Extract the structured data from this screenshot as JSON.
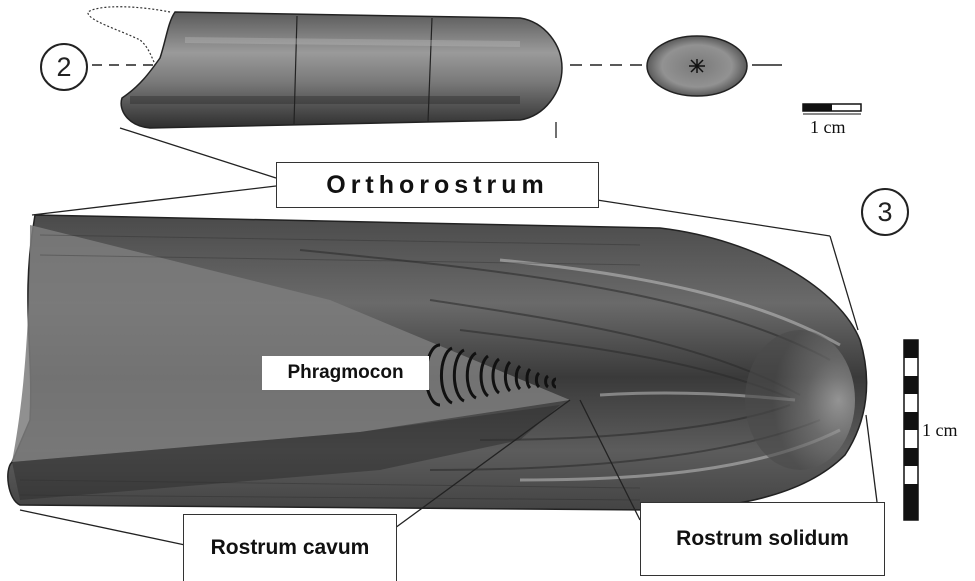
{
  "figure": {
    "specimen_numbers": [
      "2",
      "3"
    ],
    "labels": {
      "orthorostrum": "Orthorostrum",
      "phragmocon": "Phragmocon",
      "rostrum_cavum": "Rostrum cavum",
      "rostrum_solidum": "Rostrum solidum"
    },
    "scale_bars": {
      "top": "1 cm",
      "right": "1 cm"
    }
  },
  "colors": {
    "specimen_dark": "#3a3a3a",
    "specimen_mid": "#6d6d6d",
    "specimen_light": "#b5b5b5",
    "outline": "#222222",
    "section_fill": "#8a8a8a"
  }
}
